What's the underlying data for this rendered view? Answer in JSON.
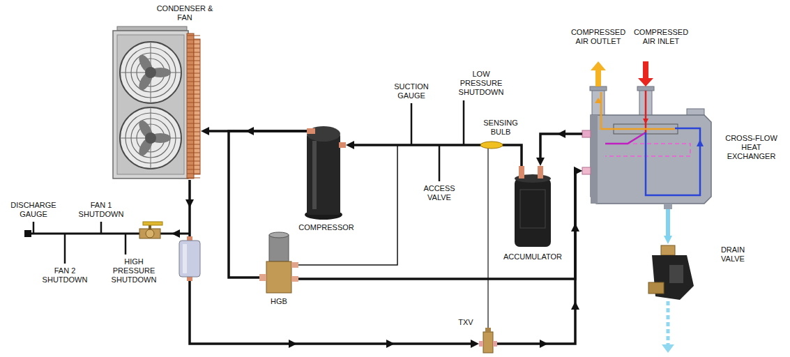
{
  "diagram": {
    "nodes": [
      {
        "text": [
          "CONDENSER & FAN"
        ]
      },
      {
        "text": [
          "COMPRESSOR"
        ]
      },
      {
        "text": [
          "ACCUMULATOR"
        ]
      },
      {
        "text": [
          "CROSS-FLOW HEAT EXCHANGER"
        ]
      },
      {
        "text": [
          "HGB"
        ]
      },
      {
        "text": [
          "TXV"
        ]
      },
      {
        "text": [
          "DRAIN VALVE"
        ]
      }
    ],
    "edges": [
      {
        "from": 1,
        "to": 0,
        "arrow": "to"
      },
      {
        "from": 1,
        "to": 4,
        "arrow": "none"
      },
      {
        "from": 2,
        "to": 1,
        "arrow": "to"
      },
      {
        "from": 3,
        "to": 2,
        "arrow": "to"
      },
      {
        "from": 0,
        "to": 5,
        "arrow": "to"
      },
      {
        "from": 5,
        "to": 3,
        "arrow": "to"
      },
      {
        "from": 4,
        "to": 3,
        "arrow": "to"
      },
      {
        "from": 3,
        "to": 6,
        "arrow": "to"
      }
    ],
    "labels": [
      "COMPRESSED AIR OUTLET",
      "COMPRESSED AIR INLET",
      "SUCTION GAUGE",
      "LOW PRESSURE SHUTDOWN",
      "SENSING BULB",
      "ACCESS VALVE",
      "DISCHARGE GAUGE",
      "FAN 1 SHUTDOWN",
      "FAN 2 SHUTDOWN",
      "HIGH PRESSURE SHUTDOWN"
    ]
  }
}
